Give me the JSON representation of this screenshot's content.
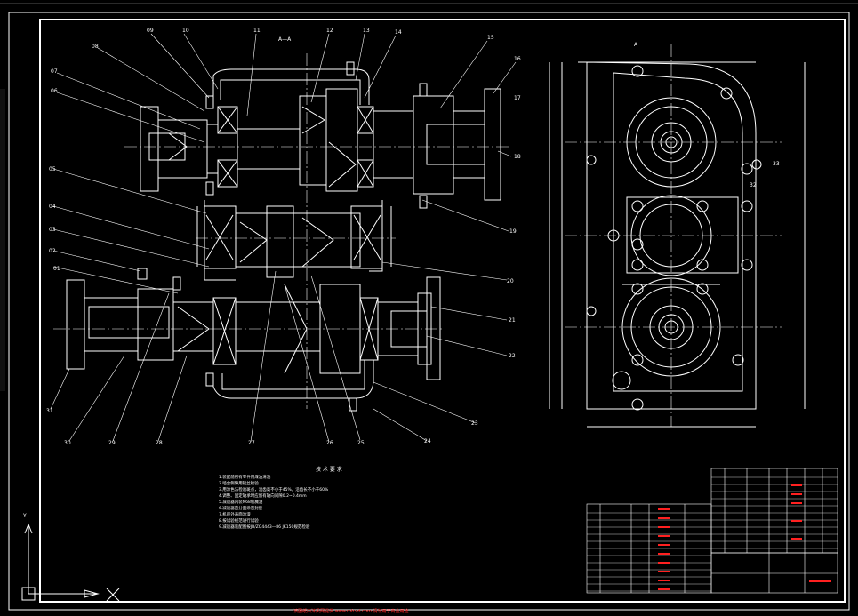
{
  "colors": {
    "background": "#000000",
    "lines": "#ffffff",
    "red_text": "#ff2020",
    "accent": "#00e0ff"
  },
  "section_label": "A—A",
  "view_label": "A",
  "part_numbers": [
    "01",
    "02",
    "03",
    "04",
    "05",
    "06",
    "07",
    "08",
    "09",
    "10",
    "11",
    "12",
    "13",
    "14",
    "15",
    "16",
    "17",
    "18",
    "19",
    "20",
    "21",
    "22",
    "23",
    "24",
    "25",
    "26",
    "27",
    "28",
    "29",
    "30",
    "31",
    "32",
    "33"
  ],
  "tech_req_title": "技 术 要 求",
  "tech_req_items": [
    "1.装配前所有零件用煤油清洗",
    "2.啮合侧隙用铅丝检验",
    "3.用涂色法检验斑点，沿齿高不小于45%，沿齿长不小于60%",
    "4.调整、固定轴承时应留有轴向间隙0.2~0.4mm",
    "5.减速器内装N68机械油",
    "6.减速器剖分面涂密封胶",
    "7.机座外表面涂漆",
    "8.按试验规范进行试验",
    "9.减速器装配图按JB/ZQ4443—86 JK150规范检验"
  ],
  "bottom_status": "该图纸由沐风网提供 www.mfcad.com 请勿用于商业用途",
  "ucs_labels": {
    "x": "X",
    "y": "Y"
  }
}
